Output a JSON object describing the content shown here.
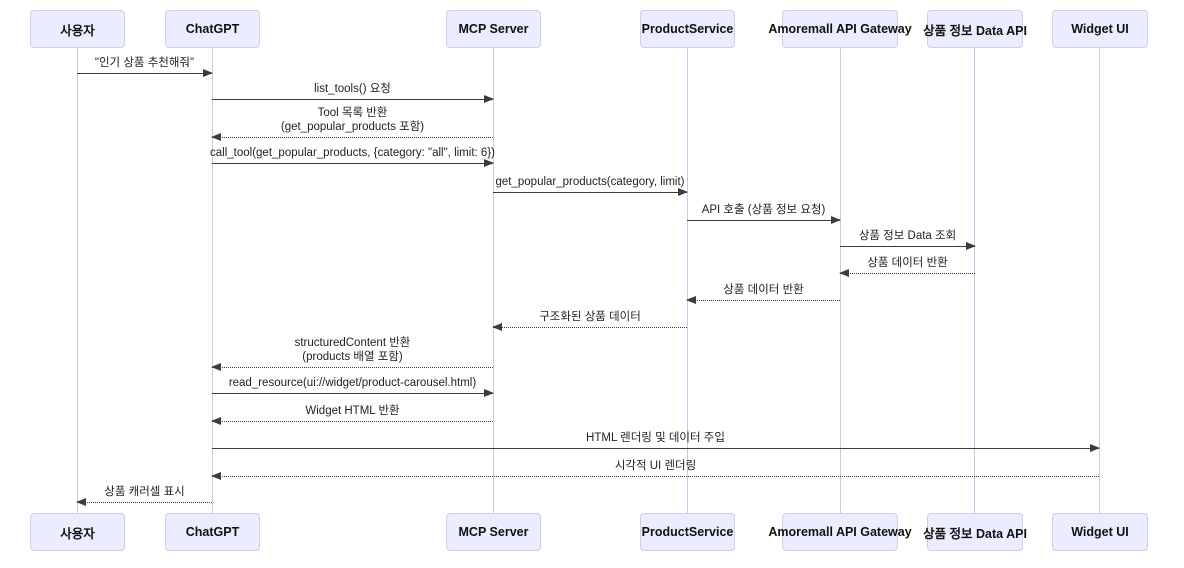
{
  "diagram": {
    "type": "sequence-diagram",
    "participants": [
      {
        "id": "user",
        "label": "사용자"
      },
      {
        "id": "chatgpt",
        "label": "ChatGPT"
      },
      {
        "id": "mcp",
        "label": "MCP Server"
      },
      {
        "id": "product",
        "label": "ProductService"
      },
      {
        "id": "gateway",
        "label": "Amoremall API Gateway"
      },
      {
        "id": "dataapi",
        "label": "상품 정보 Data API"
      },
      {
        "id": "widget",
        "label": "Widget UI"
      }
    ],
    "messages": [
      {
        "from": "사용자",
        "to": "ChatGPT",
        "style": "solid",
        "lines": [
          "\"인기 상품 추천해줘\""
        ]
      },
      {
        "from": "ChatGPT",
        "to": "MCP Server",
        "style": "solid",
        "lines": [
          "list_tools() 요청"
        ]
      },
      {
        "from": "MCP Server",
        "to": "ChatGPT",
        "style": "dotted",
        "lines": [
          "Tool 목록 반환",
          "(get_popular_products 포함)"
        ]
      },
      {
        "from": "ChatGPT",
        "to": "MCP Server",
        "style": "solid",
        "lines": [
          "call_tool(get_popular_products, {category: \"all\", limit: 6})"
        ]
      },
      {
        "from": "MCP Server",
        "to": "ProductService",
        "style": "solid",
        "lines": [
          "get_popular_products(category, limit)"
        ]
      },
      {
        "from": "ProductService",
        "to": "Amoremall API Gateway",
        "style": "solid",
        "lines": [
          "API 호출 (상품 정보 요청)"
        ]
      },
      {
        "from": "Amoremall API Gateway",
        "to": "상품 정보 Data API",
        "style": "solid",
        "lines": [
          "상품 정보 Data 조회"
        ]
      },
      {
        "from": "상품 정보 Data API",
        "to": "Amoremall API Gateway",
        "style": "dotted",
        "lines": [
          "상품 데이터 반환"
        ]
      },
      {
        "from": "Amoremall API Gateway",
        "to": "ProductService",
        "style": "dotted",
        "lines": [
          "상품 데이터 반환"
        ]
      },
      {
        "from": "ProductService",
        "to": "MCP Server",
        "style": "dotted",
        "lines": [
          "구조화된 상품 데이터"
        ]
      },
      {
        "from": "MCP Server",
        "to": "ChatGPT",
        "style": "dotted",
        "lines": [
          "structuredContent 반환",
          "(products 배열 포함)"
        ]
      },
      {
        "from": "ChatGPT",
        "to": "MCP Server",
        "style": "solid",
        "lines": [
          "read_resource(ui://widget/product-carousel.html)"
        ]
      },
      {
        "from": "MCP Server",
        "to": "ChatGPT",
        "style": "dotted",
        "lines": [
          "Widget HTML 반환"
        ]
      },
      {
        "from": "ChatGPT",
        "to": "Widget UI",
        "style": "solid",
        "lines": [
          "HTML 렌더링 및 데이터 주입"
        ]
      },
      {
        "from": "Widget UI",
        "to": "ChatGPT",
        "style": "dotted",
        "lines": [
          "시각적 UI 렌더링"
        ]
      },
      {
        "from": "ChatGPT",
        "to": "사용자",
        "style": "dotted",
        "lines": [
          "상품 캐러셀 표시"
        ]
      }
    ],
    "colors": {
      "actor_fill": "#ECECFF",
      "actor_border": "#CFCFEC",
      "lifeline": "#C9C9E8",
      "signal": "#3C3C3C",
      "text": "#1A1A1A",
      "background": "#FFFFFF"
    }
  }
}
